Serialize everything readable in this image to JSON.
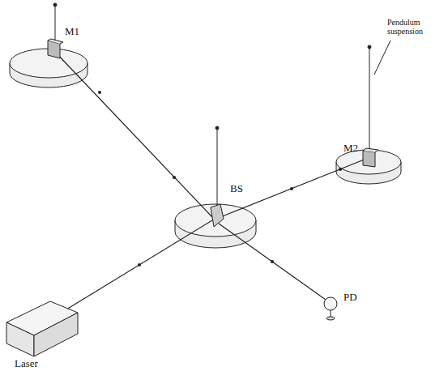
{
  "diagram": {
    "labels": [
      "M1",
      "Pendulum suspension",
      "M2",
      "BS",
      "PD",
      "Laser"
    ]
  }
}
